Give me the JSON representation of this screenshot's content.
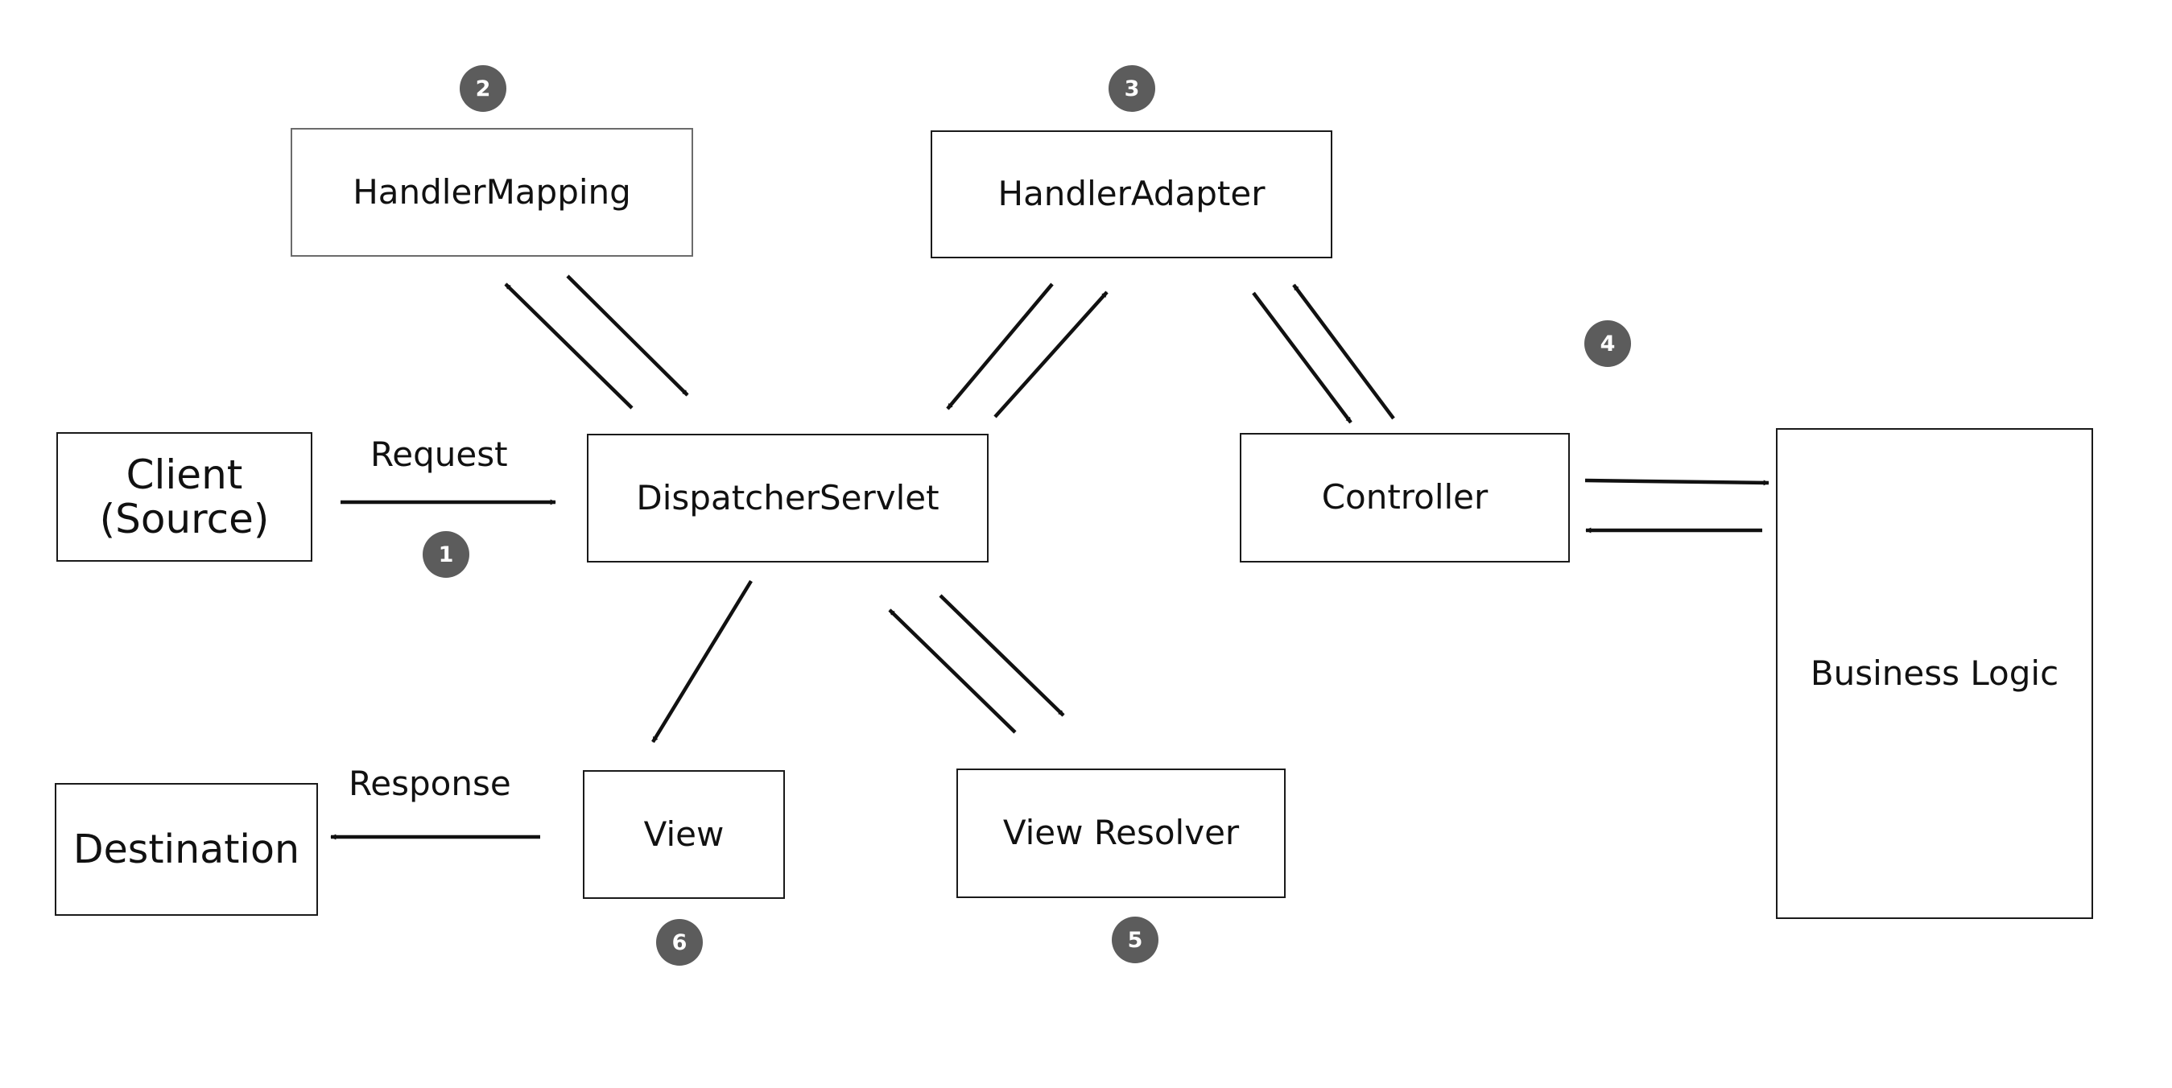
{
  "nodes": {
    "client": {
      "line1": "Client",
      "line2": "(Source)"
    },
    "dispatcher": "DispatcherServlet",
    "handler_mapping": "HandlerMapping",
    "handler_adapter": "HandlerAdapter",
    "controller": "Controller",
    "business_logic": "Business Logic",
    "view": "View",
    "view_resolver": "View Resolver",
    "destination": "Destination"
  },
  "edge_labels": {
    "request": "Request",
    "response": "Response"
  },
  "steps": [
    "1",
    "2",
    "3",
    "4",
    "5",
    "6"
  ],
  "colors": {
    "badge": "#5c5c5c",
    "stroke": "#1a1a1a",
    "text": "#111111"
  }
}
